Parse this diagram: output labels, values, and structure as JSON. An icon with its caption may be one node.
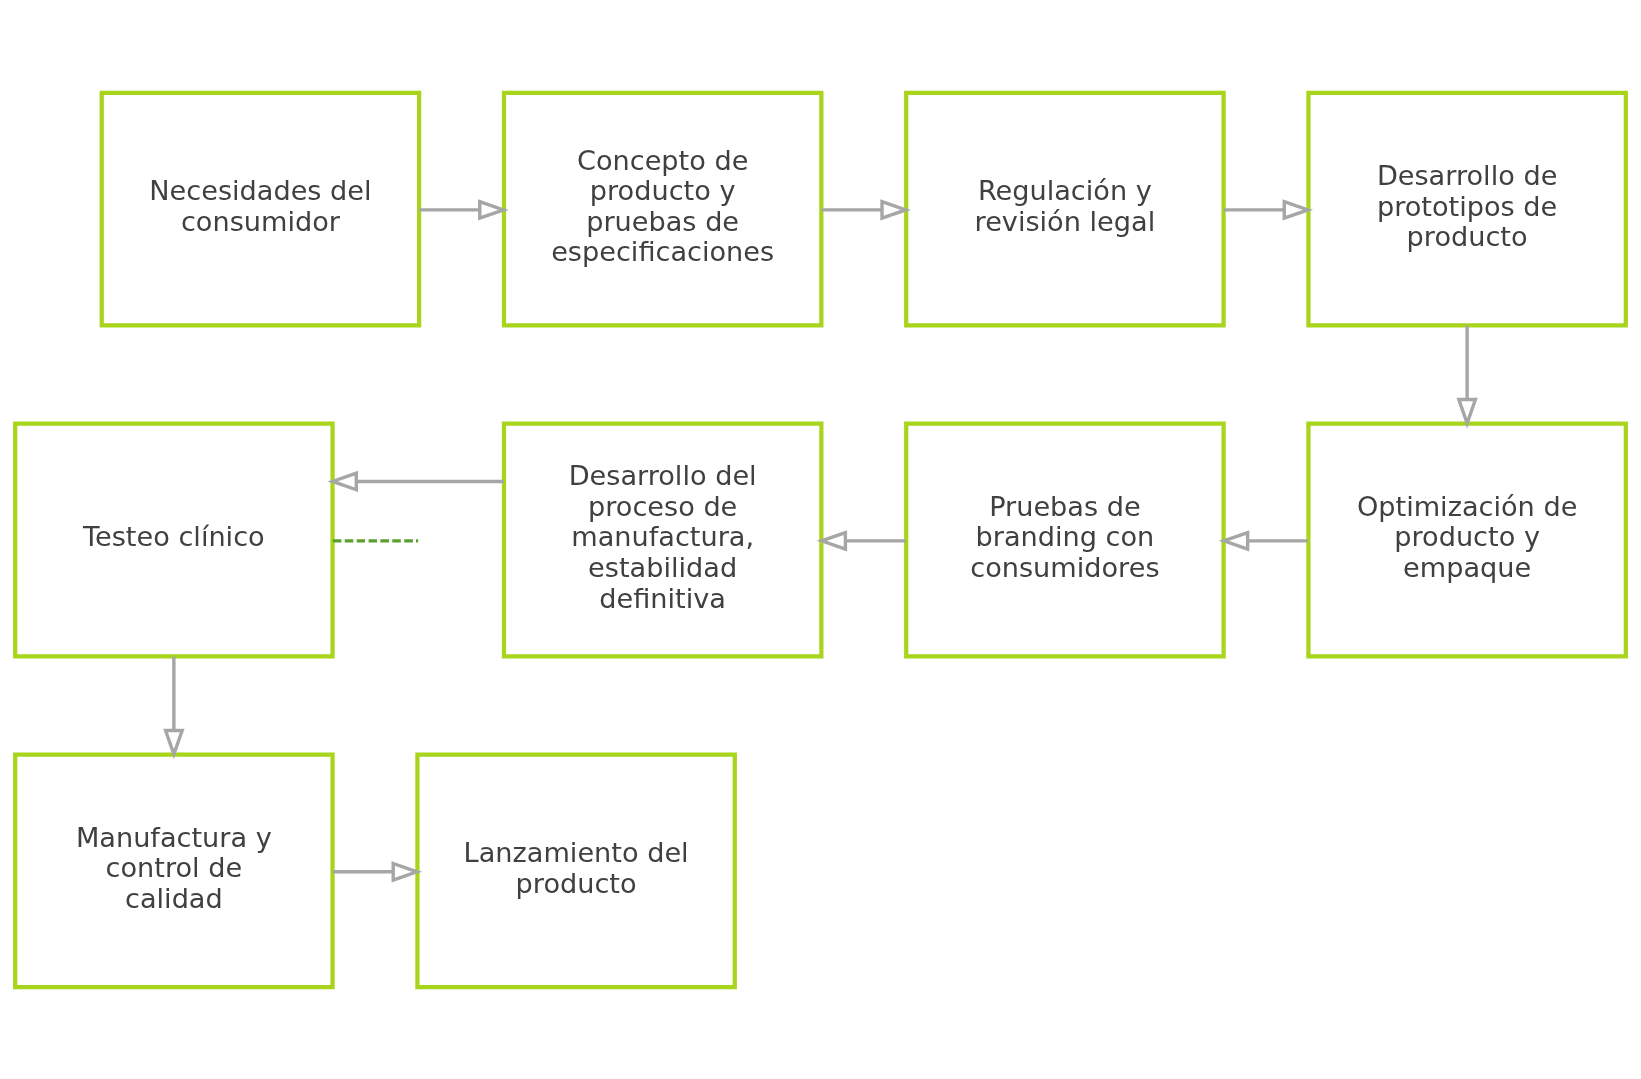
{
  "diagram": {
    "nodes": [
      {
        "text": [
          "Necesidades del consumidor"
        ]
      },
      {
        "text": [
          "Concepto de producto y pruebas de especificaciones"
        ]
      },
      {
        "text": [
          "Regulación y revisión legal"
        ]
      },
      {
        "text": [
          "Desarrollo de prototipos de producto"
        ]
      },
      {
        "text": [
          "Optimización de producto y empaque"
        ]
      },
      {
        "text": [
          "Pruebas de branding con consumidores"
        ]
      },
      {
        "text": [
          "Desarrollo del proceso de manufactura, estabilidad definitiva"
        ]
      },
      {
        "text": [
          "Testeo clínico"
        ]
      },
      {
        "text": [
          "Manufactura y control de calidad"
        ]
      },
      {
        "text": [
          "Lanzamiento del producto"
        ]
      }
    ],
    "edges": [
      {
        "from": 0,
        "to": 1,
        "arrow": "to"
      },
      {
        "from": 1,
        "to": 2,
        "arrow": "to"
      },
      {
        "from": 2,
        "to": 3,
        "arrow": "to"
      },
      {
        "from": 3,
        "to": 4,
        "arrow": "to"
      },
      {
        "from": 4,
        "to": 5,
        "arrow": "to"
      },
      {
        "from": 5,
        "to": 6,
        "arrow": "to"
      },
      {
        "from": 6,
        "to": 7,
        "arrow": "to"
      },
      {
        "from": 7,
        "to": 8,
        "arrow": "to"
      },
      {
        "from": 8,
        "to": 9,
        "arrow": "to"
      },
      {
        "from": 7,
        "to": null,
        "arrow": "none",
        "style": "dashed",
        "color": "#5aa02c"
      }
    ]
  }
}
